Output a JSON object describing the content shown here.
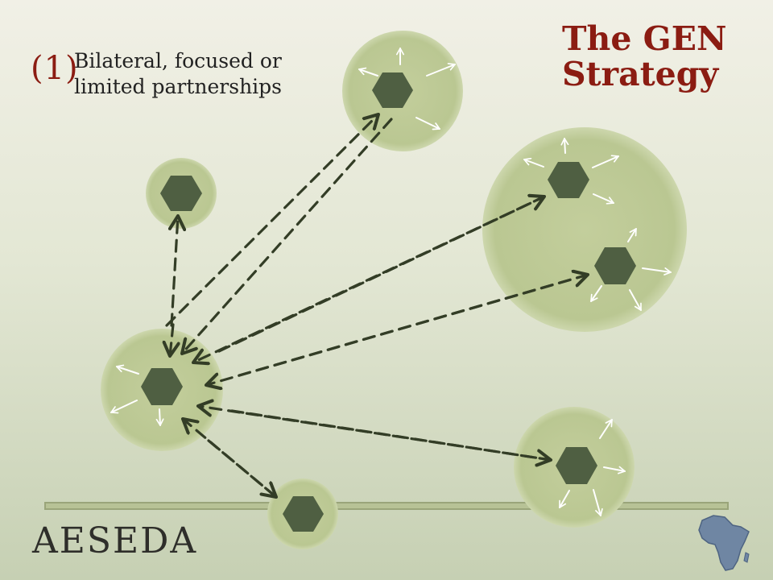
{
  "slide": {
    "number_label": "(1)",
    "subtitle_line1": "Bilateral, focused or",
    "subtitle_line2": "limited partnerships",
    "title_line1": "The GEN",
    "title_line2": "Strategy",
    "logo_text": "AESEDA",
    "map_icon": "africa-map-icon"
  },
  "colors": {
    "title_red": "#8b1c12",
    "circle_fill": "#bfcb96",
    "node_fill": "#4f5f42",
    "arrow_dark": "#333d26",
    "outward_arrow": "#ffffff",
    "africa_fill": "#6f86a3"
  }
}
